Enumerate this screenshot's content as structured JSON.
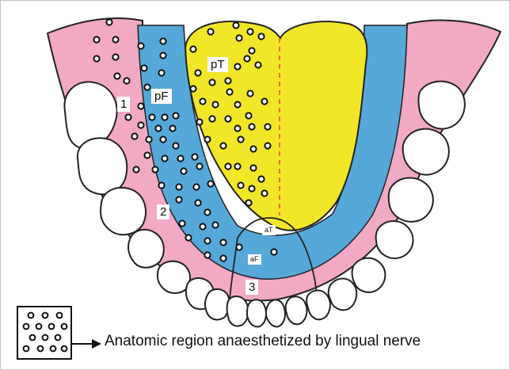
{
  "labels": {
    "pT": "pT",
    "pF": "pF",
    "aT": "aT",
    "aF": "aF",
    "region1": "1",
    "region2": "2",
    "region3": "3"
  },
  "legend": {
    "text": "Anatomic region anaesthetized by lingual nerve"
  },
  "colors": {
    "tongue": "#f2e628",
    "floor_of_mouth": "#56a8d8",
    "gingiva": "#f1a9c4",
    "dots": "#111111",
    "midline": "#e0733c"
  }
}
